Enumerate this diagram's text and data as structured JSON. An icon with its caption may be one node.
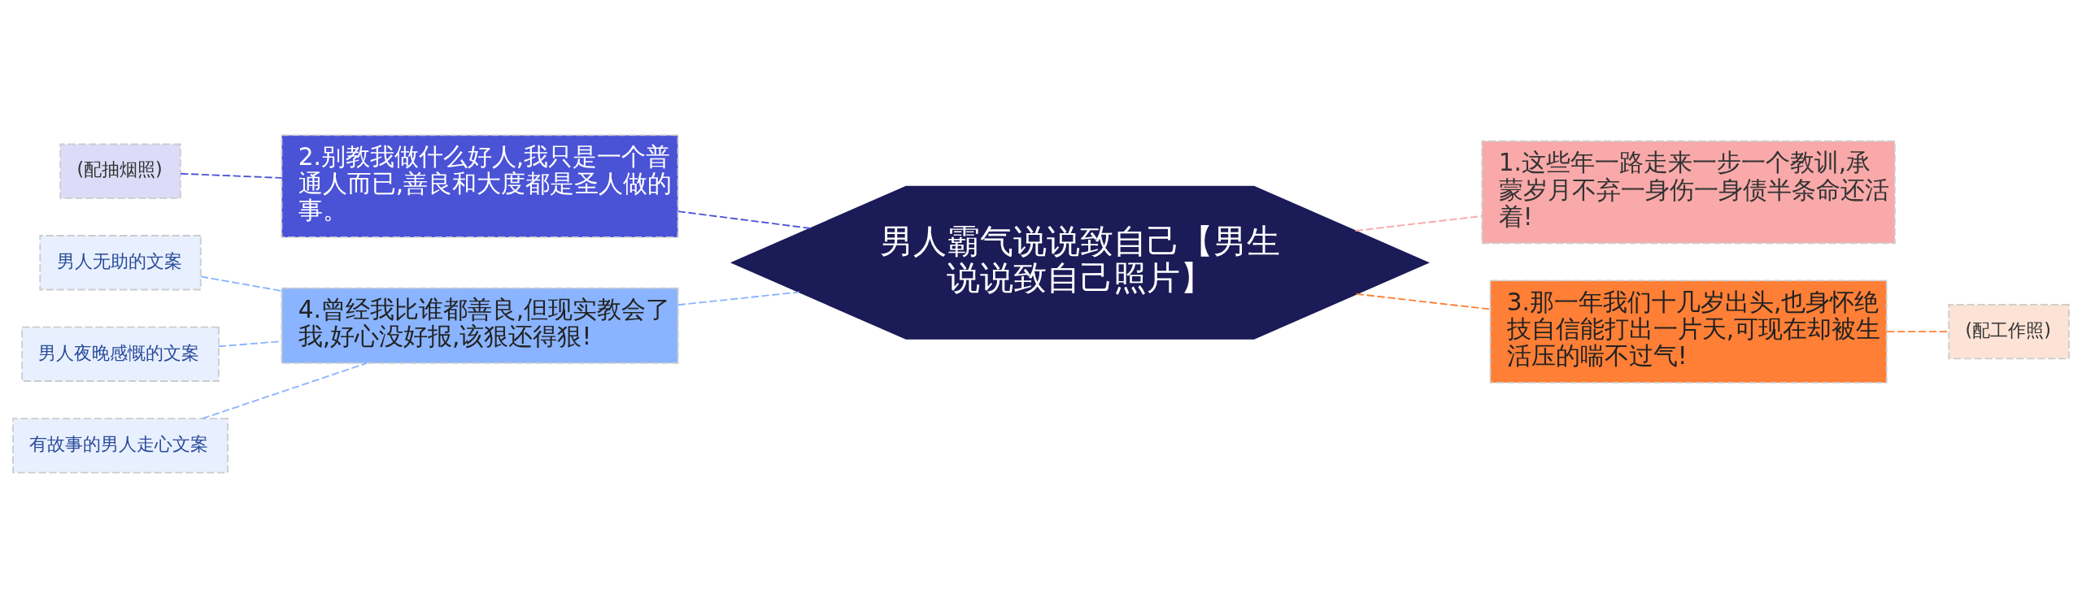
{
  "diagram": {
    "nodes": [
      {
        "text": [
          "男人霸气说说致自己【男生说说致自己照片】"
        ]
      },
      {
        "text": [
          "2.别教我做什么好人,我只是一个普通人而已,善良和大度都是圣人做的事。"
        ]
      },
      {
        "text": [
          "(配抽烟照)"
        ]
      },
      {
        "text": [
          "4.曾经我比谁都善良,但现实教会了我,好心没好报,该狠还得狠!"
        ]
      },
      {
        "text": [
          "男人无助的文案"
        ]
      },
      {
        "text": [
          "男人夜晚感慨的文案"
        ]
      },
      {
        "text": [
          "有故事的男人走心文案"
        ]
      },
      {
        "text": [
          "1.这些年一路走来一步一个教训,承蒙岁月不弃一身伤一身债半条命还活着!"
        ]
      },
      {
        "text": [
          "3.那一年我们十几岁出头,也身怀绝技自信能打出一片天,可现在却被生活压的喘不过气!"
        ]
      },
      {
        "text": [
          "(配工作照)"
        ]
      }
    ],
    "edges": [
      {
        "from": 0,
        "to": 1,
        "arrow": "none",
        "style": "dashed",
        "color": "#4a52d6"
      },
      {
        "from": 1,
        "to": 2,
        "arrow": "none",
        "style": "dashed",
        "color": "#4a52d6"
      },
      {
        "from": 0,
        "to": 3,
        "arrow": "none",
        "style": "dashed",
        "color": "#8ab4ff"
      },
      {
        "from": 3,
        "to": 4,
        "arrow": "none",
        "style": "dashed",
        "color": "#8ab4ff"
      },
      {
        "from": 3,
        "to": 5,
        "arrow": "none",
        "style": "dashed",
        "color": "#8ab4ff"
      },
      {
        "from": 3,
        "to": 6,
        "arrow": "none",
        "style": "dashed",
        "color": "#8ab4ff"
      },
      {
        "from": 0,
        "to": 7,
        "arrow": "none",
        "style": "dashed",
        "color": "#f9a9a9"
      },
      {
        "from": 0,
        "to": 8,
        "arrow": "none",
        "style": "dashed",
        "color": "#ff7f36"
      },
      {
        "from": 8,
        "to": 9,
        "arrow": "none",
        "style": "dashed",
        "color": "#ff7f36"
      }
    ]
  }
}
